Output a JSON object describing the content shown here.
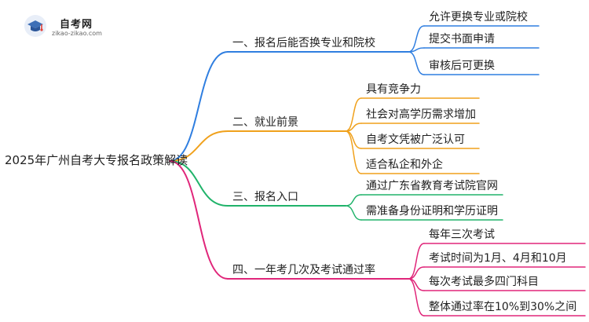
{
  "logo": {
    "title": "自考网",
    "url": "zikao-zikao.com",
    "icon": "graduation-cap-icon",
    "colors": {
      "cap": "#3d6fb6",
      "accent": "#e2433a"
    }
  },
  "root": "2025年广州自考大专报名政策解读",
  "branches": [
    {
      "label": "一、报名后能否换专业和院校",
      "color": "#2f7ee0",
      "children": [
        "允许更换专业或院校",
        "提交书面申请",
        "审核后可更换"
      ]
    },
    {
      "label": "二、就业前景",
      "color": "#f0a11c",
      "children": [
        "具有竞争力",
        "社会对高学历需求增加",
        "自考文凭被广泛认可",
        "适合私企和外企"
      ]
    },
    {
      "label": "三、报名入口",
      "color": "#20b36a",
      "children": [
        "通过广东省教育考试院官网",
        "需准备身份证明和学历证明"
      ]
    },
    {
      "label": "四、一年考几次及考试通过率",
      "color": "#e0267a",
      "children": [
        "每年三次考试",
        "考试时间为1月、4月和10月",
        "每次考试最多四门科目",
        "整体通过率在10%到30%之间"
      ]
    }
  ]
}
